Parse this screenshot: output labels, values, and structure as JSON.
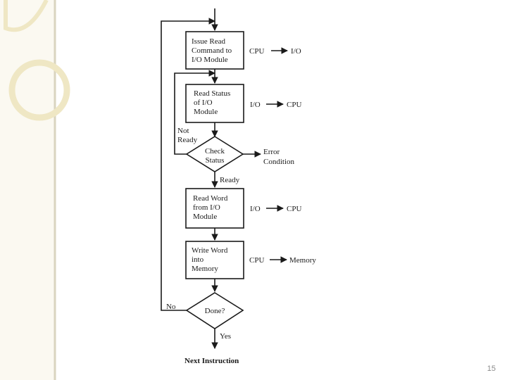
{
  "steps": {
    "issue_read": [
      "Issue Read",
      "Command to",
      "I/O Module"
    ],
    "read_status": [
      "Read Status",
      "of I/O",
      "Module"
    ],
    "check_status": [
      "Check",
      "Status"
    ],
    "read_word": [
      "Read Word",
      "from I/O",
      "Module"
    ],
    "write_word": [
      "Write Word",
      "into",
      "Memory"
    ],
    "done": "Done?"
  },
  "transfers": {
    "issue_read": {
      "from": "CPU",
      "to": "I/O"
    },
    "read_status": {
      "from": "I/O",
      "to": "CPU"
    },
    "read_word": {
      "from": "I/O",
      "to": "CPU"
    },
    "write_word": {
      "from": "CPU",
      "to": "Memory"
    }
  },
  "branch_labels": {
    "not_ready": [
      "Not",
      "Ready"
    ],
    "error_condition": [
      "Error",
      "Condition"
    ],
    "ready": "Ready",
    "no": "No",
    "yes": "Yes"
  },
  "next_instruction": "Next Instruction",
  "page_number": "15",
  "colors": {
    "decoration_ring": "#efe7c4",
    "decoration_rule": "#d9d4bf",
    "line": "#1a1a1a"
  }
}
